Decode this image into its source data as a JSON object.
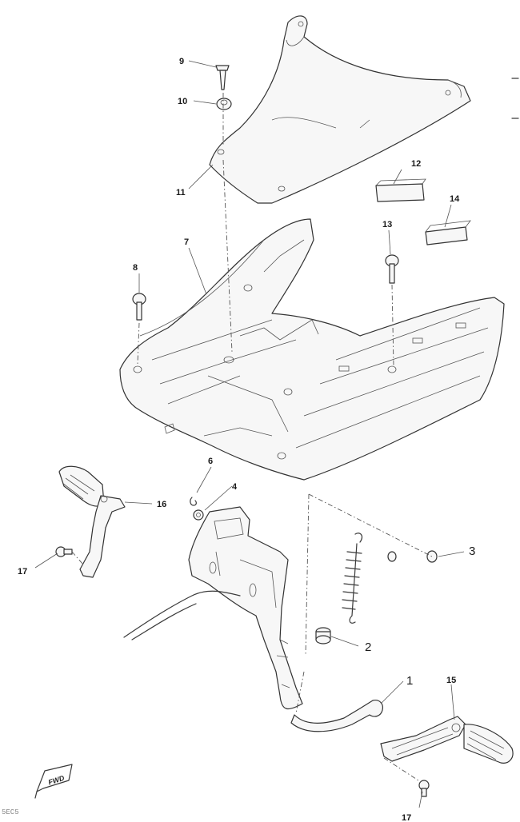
{
  "callouts": {
    "c1": "1",
    "c2": "2",
    "c3": "3",
    "c4": "4",
    "c6": "6",
    "c7": "7",
    "c8": "8",
    "c9": "9",
    "c10": "10",
    "c11": "11",
    "c12": "12",
    "c13": "13",
    "c14": "14",
    "c15": "15",
    "c16": "16",
    "c17a": "17",
    "c17b": "17"
  },
  "fwd_label": "FWD",
  "corner_code": "5EC5"
}
